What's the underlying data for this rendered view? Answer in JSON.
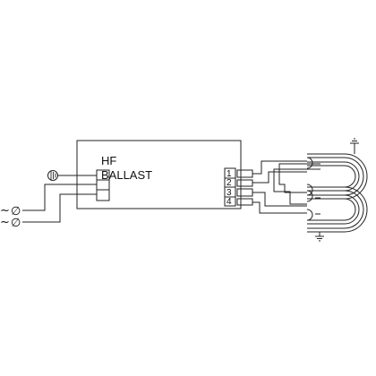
{
  "ballast": {
    "line1": "HF",
    "line2": "BALLAST"
  },
  "terminals": [
    "1",
    "2",
    "3",
    "4"
  ],
  "mains": {
    "tilde": "~",
    "symbol": "∅"
  }
}
